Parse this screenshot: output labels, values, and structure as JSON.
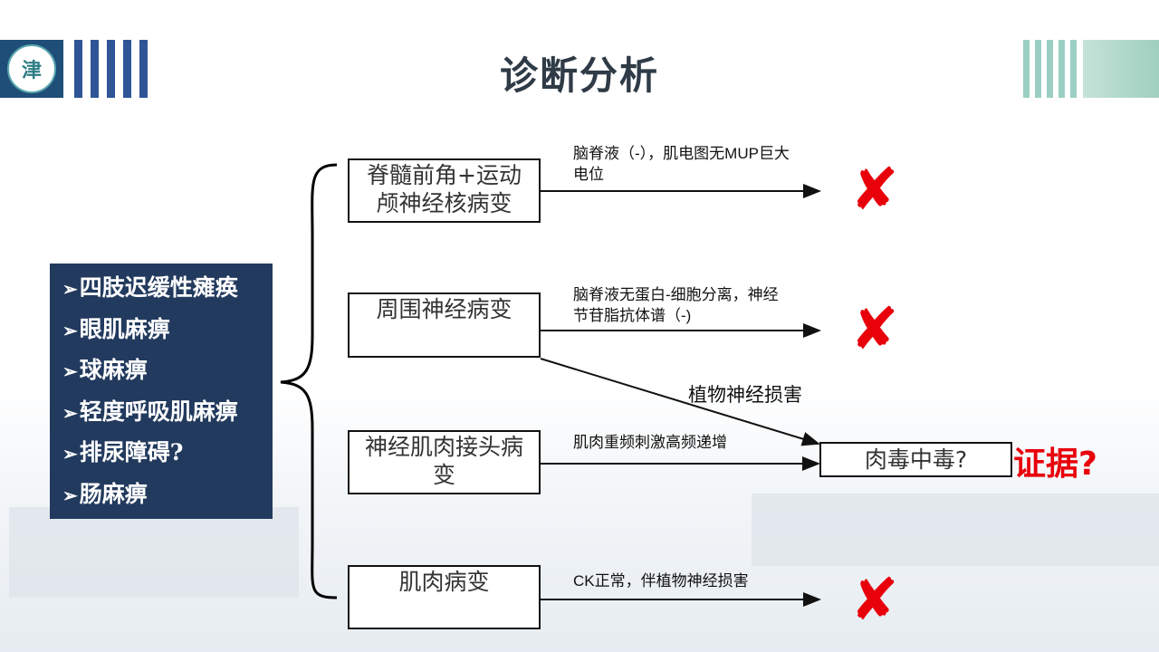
{
  "header": {
    "title": "诊断分析",
    "logo_text": "津"
  },
  "colors": {
    "accent_navy": "#223a5e",
    "stripe_navy": "#2f5597",
    "stripe_teal": "#9ccfc4",
    "cross_red": "#e8000b"
  },
  "symptoms": {
    "items": [
      "四肢迟缓性瘫痪",
      "眼肌麻痹",
      "球麻痹",
      "轻度呼吸肌麻痹",
      "排尿障碍?",
      "肠麻痹"
    ]
  },
  "categories": [
    {
      "label": "脊髓前角+运动颅神经核病变",
      "note": "脑脊液（-），肌电图无MUP巨大电位",
      "result": "✘"
    },
    {
      "label": "周围神经病变",
      "note": "脑脊液无蛋白-细胞分离，神经节苷脂抗体谱（-)",
      "result": "✘"
    },
    {
      "label": "神经肌肉接头病变",
      "note": "肌肉重频刺激高频递增",
      "result": ""
    },
    {
      "label": "肌肉病变",
      "note": "CK正常，伴植物神经损害",
      "result": "✘"
    }
  ],
  "conclusion": {
    "label": "肉毒中毒?",
    "evidence": "证据?",
    "branch_label": "植物神经损害"
  }
}
